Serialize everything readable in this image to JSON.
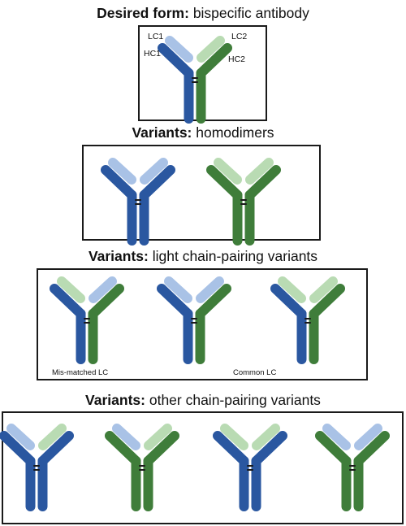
{
  "colors": {
    "hc1": "#2a57a0",
    "lc1": "#a9c2e6",
    "hc2": "#3f7d3a",
    "lc2": "#b9dbb3",
    "disulfide": "#1a1a1a",
    "frame": "#1a1a1a"
  },
  "sections": [
    {
      "title_bold": "Desired form:",
      "title_rest": " bispecific antibody",
      "antibodies": [
        {
          "left_heavy": "hc1",
          "left_light": "lc1",
          "right_heavy": "hc2",
          "right_light": "lc2"
        }
      ],
      "chain_labels": {
        "lc1": "LC1",
        "hc1": "HC1",
        "lc2": "LC2",
        "hc2": "HC2"
      },
      "captions": []
    },
    {
      "title_bold": "Variants:",
      "title_rest": " homodimers",
      "antibodies": [
        {
          "left_heavy": "hc1",
          "left_light": "lc1",
          "right_heavy": "hc1",
          "right_light": "lc1"
        },
        {
          "left_heavy": "hc2",
          "left_light": "lc2",
          "right_heavy": "hc2",
          "right_light": "lc2"
        }
      ],
      "captions": []
    },
    {
      "title_bold": "Variants:",
      "title_rest": " light chain-pairing variants",
      "antibodies": [
        {
          "left_heavy": "hc1",
          "left_light": "lc2",
          "right_heavy": "hc2",
          "right_light": "lc1"
        },
        {
          "left_heavy": "hc1",
          "left_light": "lc1",
          "right_heavy": "hc2",
          "right_light": "lc1"
        },
        {
          "left_heavy": "hc1",
          "left_light": "lc2",
          "right_heavy": "hc2",
          "right_light": "lc2"
        }
      ],
      "captions": [
        "Mis-matched LC",
        "Common LC"
      ]
    },
    {
      "title_bold": "Variants:",
      "title_rest": " other chain-pairing variants",
      "antibodies": [
        {
          "left_heavy": "hc1",
          "left_light": "lc1",
          "right_heavy": "hc1",
          "right_light": "lc2"
        },
        {
          "left_heavy": "hc2",
          "left_light": "lc1",
          "right_heavy": "hc2",
          "right_light": "lc2"
        },
        {
          "left_heavy": "hc1",
          "left_light": "lc2",
          "right_heavy": "hc1",
          "right_light": "lc2"
        },
        {
          "left_heavy": "hc2",
          "left_light": "lc1",
          "right_heavy": "hc2",
          "right_light": "lc1"
        }
      ],
      "captions": []
    }
  ]
}
